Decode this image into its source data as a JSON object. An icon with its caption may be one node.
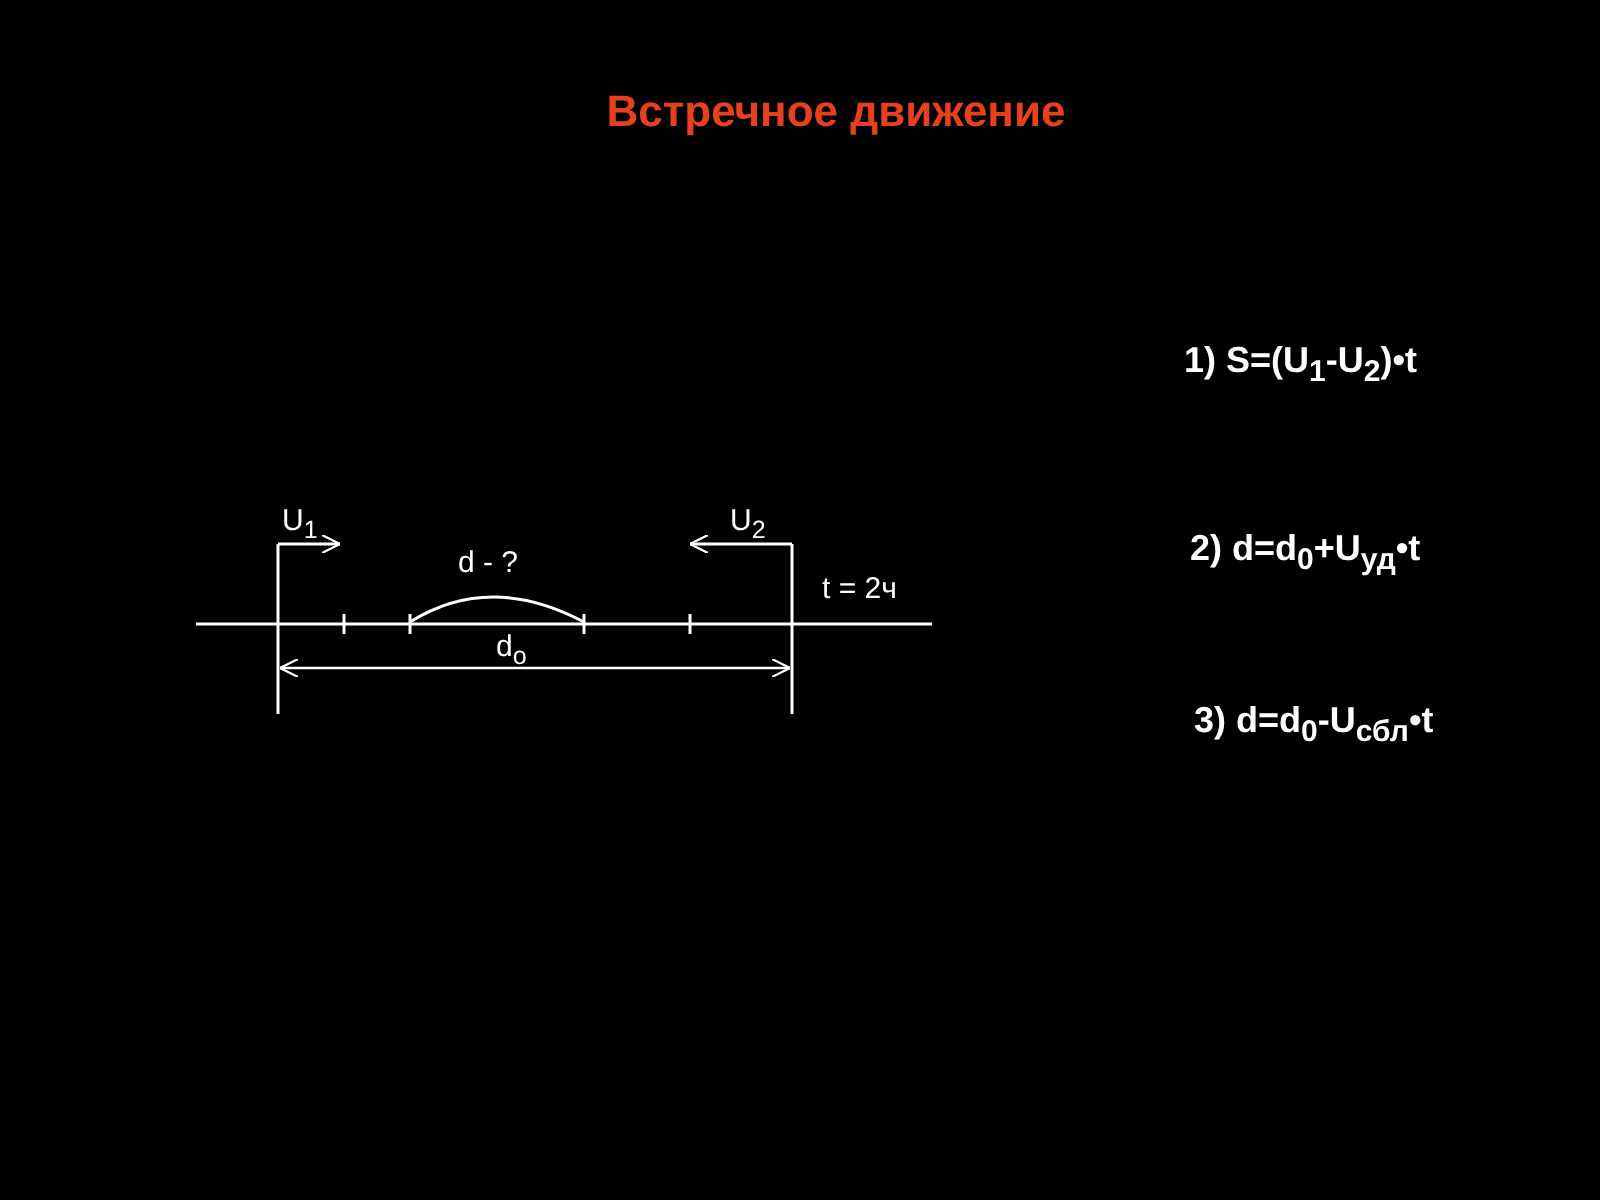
{
  "diagram": {
    "title": "Встречное движение",
    "labels": [
      "U$_{1}$",
      "U$_{2}$",
      "d - ?",
      "t = 2ч",
      "d$_{o}$",
      "1) S=(U$_{1}$-U$_{2}$)•t",
      "2) d=d$_{0}$+U$_{уд}$•t",
      "3) d=d$_{0}$-U$_{сбл}$•t"
    ]
  }
}
